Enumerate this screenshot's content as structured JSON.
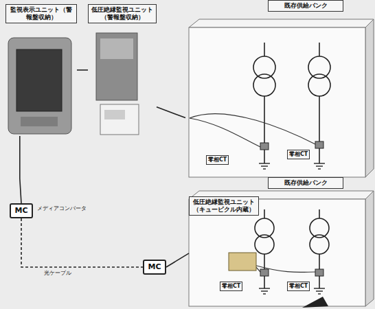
{
  "diagram": {
    "nodes": [
      {
        "text": [
          "監視表示ユニット（警報盤収納）"
        ]
      },
      {
        "text": [
          "低圧絶縁監視ユニット（警報盤収納）"
        ]
      },
      {
        "text": [
          "既存供給バンク"
        ]
      },
      {
        "text": [
          "MC"
        ]
      },
      {
        "text": [
          "既存供給バンク"
        ]
      },
      {
        "text": [
          "MC"
        ]
      },
      {
        "text": [
          "低圧絶縁監視ユニット（キュービクル内蔵）"
        ],
        "in": 4
      }
    ],
    "edges": [
      {
        "from": 0,
        "to": 1,
        "arrow": "none"
      },
      {
        "from": 1,
        "to": 2,
        "arrow": "none"
      },
      {
        "from": 0,
        "to": 3,
        "arrow": "none"
      },
      {
        "from": 3,
        "to": 5,
        "label": "光ケーブル",
        "arrow": "none"
      },
      {
        "from": 5,
        "to": 6,
        "arrow": "none"
      }
    ],
    "labels": [
      "メディアコンバータ",
      "零相CT",
      "零相CT",
      "零相CT",
      "零相CT"
    ]
  }
}
